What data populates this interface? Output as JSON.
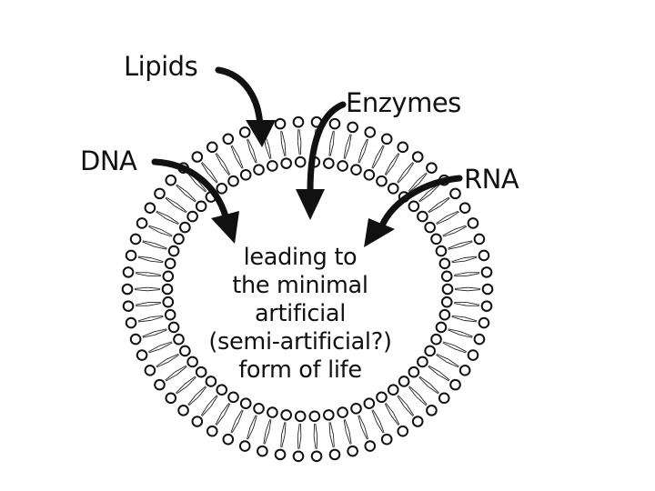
{
  "labels": {
    "lipids": "Lipids",
    "enzymes": "Enzymes",
    "dna": "DNA",
    "rna": "RNA"
  },
  "center": {
    "lines": [
      "leading to",
      "the minimal",
      "artificial",
      "(semi-artificial?)",
      "form of life"
    ]
  },
  "colors": {
    "ink": "#111111",
    "background": "#ffffff"
  }
}
